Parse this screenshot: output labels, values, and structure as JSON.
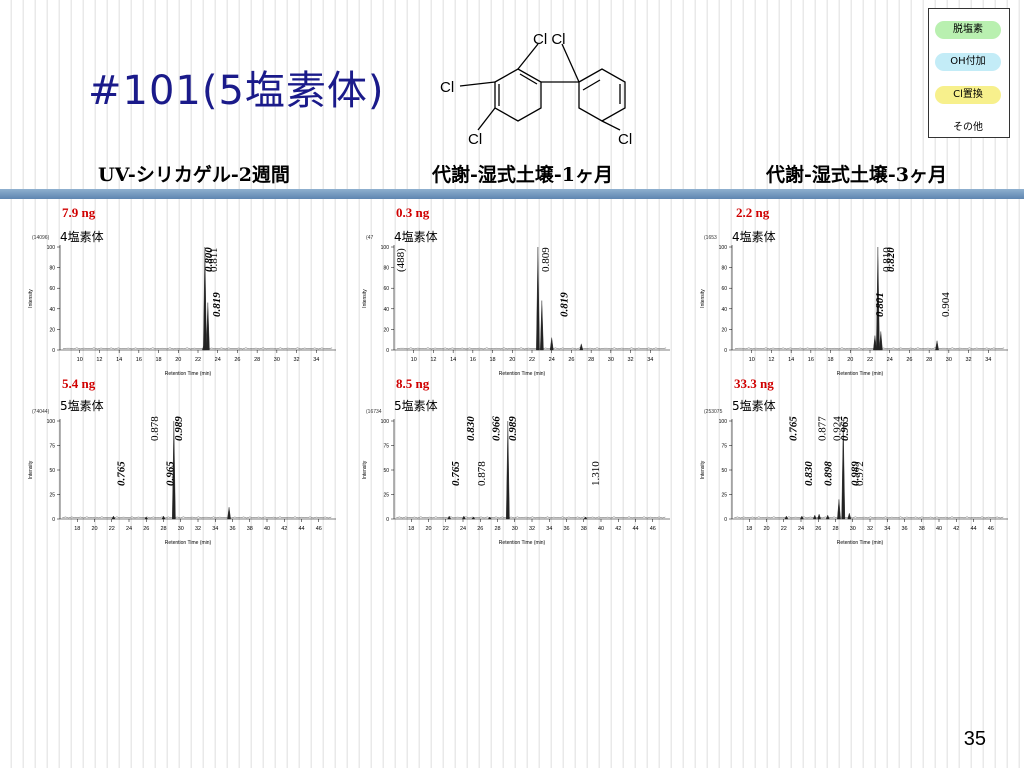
{
  "title": "#101(5塩素体)",
  "structure": {
    "cl_top": "Cl Cl",
    "cl_left": "Cl",
    "cl_bottom_left": "Cl",
    "cl_bottom_right": "Cl"
  },
  "legend": [
    {
      "label": "脱塩素",
      "color": "#b9f0b0"
    },
    {
      "label": "OH付加",
      "color": "#c3ecf7"
    },
    {
      "label": "Cl置換",
      "color": "#f7f08c"
    },
    {
      "label": "その他",
      "color": "#ffffff"
    }
  ],
  "columns": [
    "UV-シリカゲル-2週間",
    "代謝-湿式土壌-1ヶ月",
    "代謝-湿式土壌-3ヶ月"
  ],
  "axis": {
    "xlabel": "Retention Time (min)",
    "ylabel": "Intensity"
  },
  "panels": [
    {
      "ng": "7.9 ng",
      "label": "4塩素体",
      "count": "(14096)",
      "chart_data": {
        "type": "line",
        "xlim": [
          8,
          36
        ],
        "ylim": [
          0,
          100
        ],
        "xticks": [
          10,
          12,
          14,
          16,
          18,
          20,
          22,
          24,
          26,
          28,
          30,
          32,
          34
        ],
        "yticks": [
          0,
          20,
          40,
          60,
          80,
          100
        ],
        "peaks": [
          {
            "x": 22.7,
            "y": 100
          },
          {
            "x": 23.0,
            "y": 46
          },
          {
            "x": 22.6,
            "y": 5
          }
        ],
        "annotations": [
          {
            "text": "0.811",
            "bold": false,
            "x": 22.9
          },
          {
            "text": "0.819",
            "bold": true,
            "x": 23.2
          },
          {
            "text": "0.800",
            "bold": true,
            "x": 22.4
          }
        ]
      }
    },
    {
      "ng": "0.3 ng",
      "label": "4塩素体",
      "count": "(47",
      "chart_data": {
        "type": "line",
        "xlim": [
          8,
          36
        ],
        "ylim": [
          0,
          100
        ],
        "xticks": [
          10,
          12,
          14,
          16,
          18,
          20,
          22,
          24,
          26,
          28,
          30,
          32,
          34
        ],
        "yticks": [
          0,
          20,
          40,
          60,
          80,
          100
        ],
        "peaks": [
          {
            "x": 22.6,
            "y": 100
          },
          {
            "x": 23.0,
            "y": 48
          },
          {
            "x": 24.0,
            "y": 12
          },
          {
            "x": 27.0,
            "y": 6
          }
        ],
        "annotations": [
          {
            "text": "0.809",
            "bold": false,
            "x": 22.7
          },
          {
            "text": "0.819",
            "bold": true,
            "x": 24.6
          },
          {
            "text": "(488)",
            "bold": false,
            "x": 8
          }
        ]
      }
    },
    {
      "ng": "2.2 ng",
      "label": "4塩素体",
      "count": "(1653",
      "chart_data": {
        "type": "line",
        "xlim": [
          8,
          36
        ],
        "ylim": [
          0,
          100
        ],
        "xticks": [
          10,
          12,
          14,
          16,
          18,
          20,
          22,
          24,
          26,
          28,
          30,
          32,
          34
        ],
        "yticks": [
          0,
          20,
          40,
          60,
          80,
          100
        ],
        "peaks": [
          {
            "x": 22.8,
            "y": 100
          },
          {
            "x": 22.5,
            "y": 14
          },
          {
            "x": 23.1,
            "y": 18
          },
          {
            "x": 28.8,
            "y": 9
          }
        ],
        "annotations": [
          {
            "text": "0.810",
            "bold": false,
            "x": 23.0
          },
          {
            "text": "0.801",
            "bold": true,
            "x": 22.3
          },
          {
            "text": "0.820",
            "bold": true,
            "x": 23.4
          },
          {
            "text": "0.904",
            "bold": false,
            "x": 29.0
          }
        ]
      }
    },
    {
      "ng": "5.4 ng",
      "label": "5塩素体",
      "count": "(74044)",
      "chart_data": {
        "type": "line",
        "xlim": [
          16,
          48
        ],
        "ylim": [
          0,
          100
        ],
        "xticks": [
          18,
          20,
          22,
          24,
          26,
          28,
          30,
          32,
          34,
          36,
          38,
          40,
          42,
          44,
          46
        ],
        "yticks": [
          0,
          25,
          50,
          75,
          100
        ],
        "peaks": [
          {
            "x": 29.2,
            "y": 100
          },
          {
            "x": 22.2,
            "y": 3
          },
          {
            "x": 26.0,
            "y": 2
          },
          {
            "x": 28.0,
            "y": 3
          },
          {
            "x": 35.6,
            "y": 12
          }
        ],
        "annotations": [
          {
            "text": "0.989",
            "bold": true,
            "x": 29.0
          },
          {
            "text": "0.765",
            "bold": true,
            "x": 22.3
          },
          {
            "text": "0.878",
            "bold": false,
            "x": 26.2
          },
          {
            "text": "0.965",
            "bold": true,
            "x": 28.0
          }
        ]
      }
    },
    {
      "ng": "8.5 ng",
      "label": "5塩素体",
      "count": "(16734",
      "chart_data": {
        "type": "line",
        "xlim": [
          16,
          48
        ],
        "ylim": [
          0,
          100
        ],
        "xticks": [
          18,
          20,
          22,
          24,
          26,
          28,
          30,
          32,
          34,
          36,
          38,
          40,
          42,
          44,
          46
        ],
        "yticks": [
          0,
          25,
          50,
          75,
          100
        ],
        "peaks": [
          {
            "x": 29.2,
            "y": 100
          },
          {
            "x": 22.4,
            "y": 3
          },
          {
            "x": 24.1,
            "y": 3
          },
          {
            "x": 25.2,
            "y": 2
          },
          {
            "x": 27.1,
            "y": 2
          },
          {
            "x": 38.2,
            "y": 2
          }
        ],
        "annotations": [
          {
            "text": "0.989",
            "bold": true,
            "x": 29.0
          },
          {
            "text": "0.765",
            "bold": true,
            "x": 22.4
          },
          {
            "text": "0.830",
            "bold": true,
            "x": 24.1
          },
          {
            "text": "0.878",
            "bold": false,
            "x": 25.4
          },
          {
            "text": "0.966",
            "bold": true,
            "x": 27.1
          },
          {
            "text": "1.310",
            "bold": false,
            "x": 38.6
          }
        ]
      }
    },
    {
      "ng": "33.3 ng",
      "label": "5塩素体",
      "count": "(253075",
      "chart_data": {
        "type": "line",
        "xlim": [
          16,
          48
        ],
        "ylim": [
          0,
          100
        ],
        "xticks": [
          18,
          20,
          22,
          24,
          26,
          28,
          30,
          32,
          34,
          36,
          38,
          40,
          42,
          44,
          46
        ],
        "yticks": [
          0,
          25,
          50,
          75,
          100
        ],
        "peaks": [
          {
            "x": 28.9,
            "y": 100
          },
          {
            "x": 28.4,
            "y": 20
          },
          {
            "x": 22.3,
            "y": 3
          },
          {
            "x": 24.1,
            "y": 3
          },
          {
            "x": 25.6,
            "y": 4
          },
          {
            "x": 26.1,
            "y": 5
          },
          {
            "x": 27.1,
            "y": 4
          },
          {
            "x": 29.6,
            "y": 6
          }
        ],
        "annotations": [
          {
            "text": "0.965",
            "bold": true,
            "x": 28.3
          },
          {
            "text": "0.989",
            "bold": true,
            "x": 29.5
          },
          {
            "text": "0.765",
            "bold": true,
            "x": 22.3
          },
          {
            "text": "0.830",
            "bold": true,
            "x": 24.1
          },
          {
            "text": "0.877",
            "bold": false,
            "x": 25.7
          },
          {
            "text": "0.898",
            "bold": true,
            "x": 26.4
          },
          {
            "text": "0.924",
            "bold": false,
            "x": 27.4
          },
          {
            "text": "0.972",
            "bold": false,
            "x": 30.0
          }
        ]
      }
    }
  ],
  "page_number": "35"
}
